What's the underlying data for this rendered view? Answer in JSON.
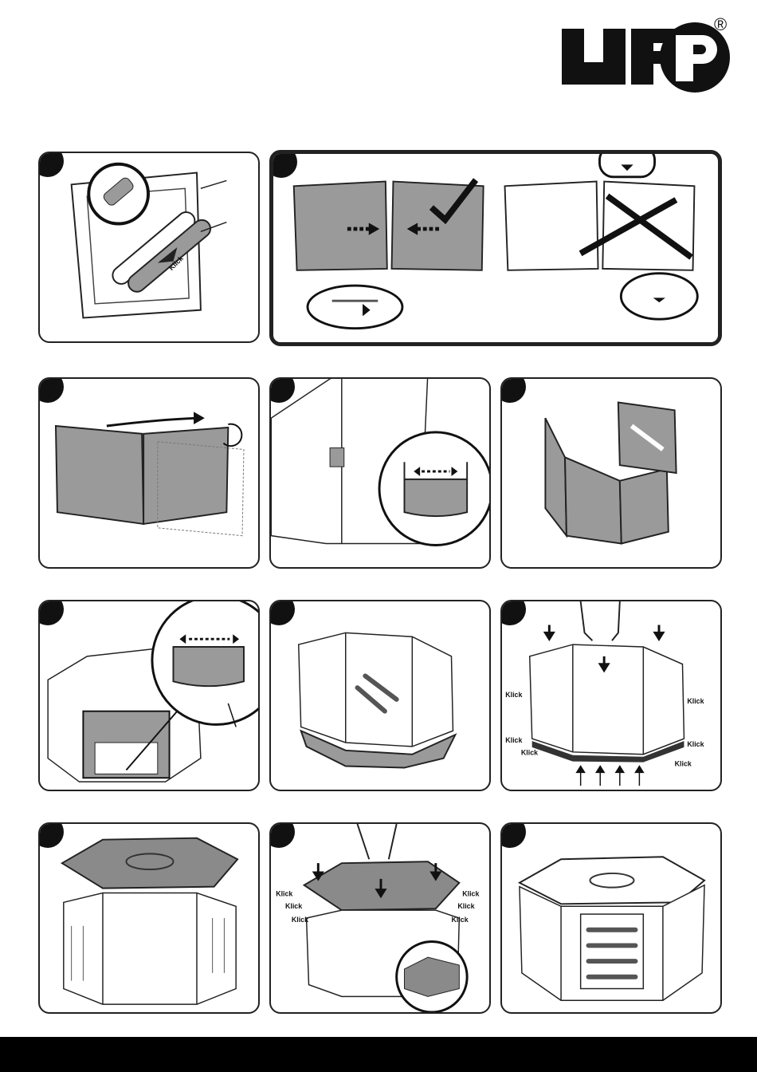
{
  "brand": {
    "logo_text": "upp",
    "registered_mark": "®"
  },
  "annotation": {
    "klick": "Klick"
  },
  "steps": [
    {
      "id": "1"
    },
    {
      "id": "2"
    },
    {
      "id": "3"
    },
    {
      "id": "4"
    },
    {
      "id": "5"
    },
    {
      "id": "6"
    },
    {
      "id": "7"
    },
    {
      "id": "8"
    },
    {
      "id": "9"
    },
    {
      "id": "10"
    },
    {
      "id": "11"
    }
  ],
  "colors": {
    "panel_grey": "#9a9a9a",
    "dark": "#111111",
    "light_line": "#555555"
  }
}
